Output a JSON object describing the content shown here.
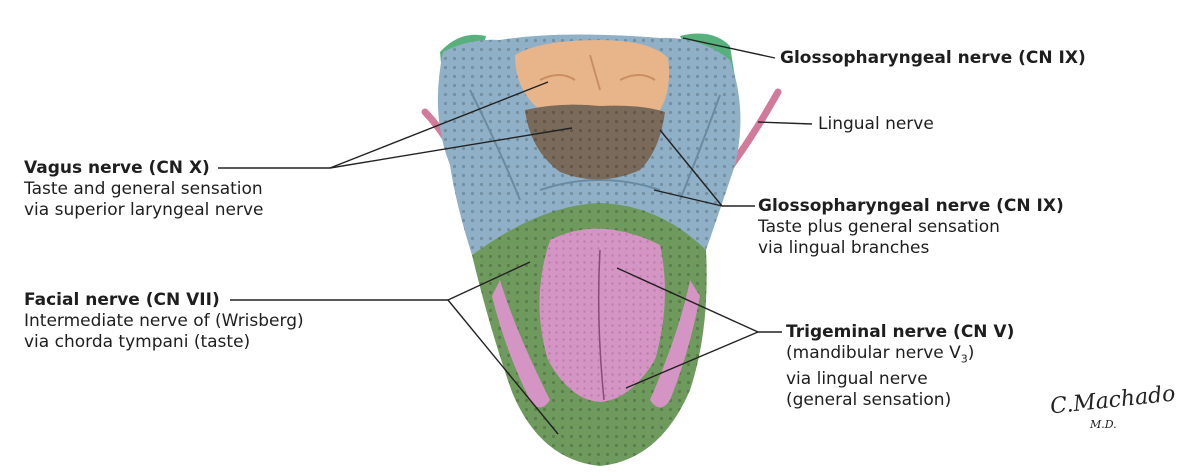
{
  "labels": {
    "glossopharyngeal_top": {
      "title": "Glossopharyngeal nerve (CN IX)"
    },
    "lingual": {
      "title": "Lingual nerve"
    },
    "vagus": {
      "title": "Vagus nerve (CN X)",
      "lines": [
        "Taste and general sensation",
        "via superior laryngeal nerve"
      ]
    },
    "glossopharyngeal_mid": {
      "title": "Glossopharyngeal nerve (CN IX)",
      "lines": [
        "Taste plus general sensation",
        "via lingual branches"
      ]
    },
    "facial": {
      "title": "Facial nerve (CN VII)",
      "lines": [
        "Intermediate nerve of (Wrisberg)",
        "via chorda tympani (taste)"
      ]
    },
    "trigeminal": {
      "title": "Trigeminal nerve (CN V)",
      "line1_main": "(mandibular nerve V",
      "line1_sub": "3",
      "line1_end": ")",
      "lines": [
        "via lingual nerve",
        "(general sensation)"
      ]
    }
  },
  "signature": {
    "name": "C.Machado",
    "suffix": "M.D."
  },
  "colors": {
    "glossopharyngeal": "#8fb0c6",
    "vagus": "#7a6a5a",
    "pharynx": "#e8b48a",
    "facial_taste": "#6f9a5e",
    "trigeminal": "#d494c4",
    "lingual": "#d27a9a",
    "leader_line": "#222222"
  }
}
